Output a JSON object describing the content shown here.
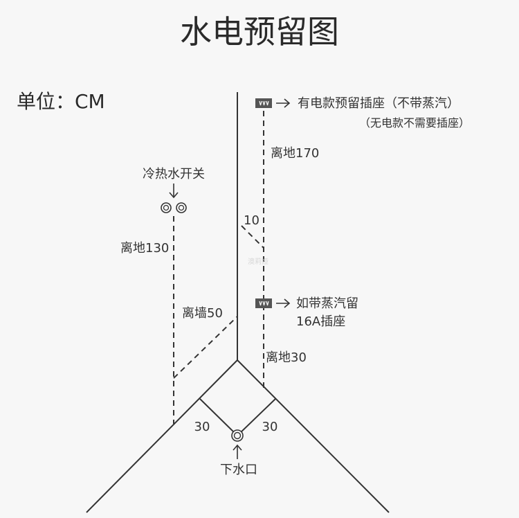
{
  "title": "水电预留图",
  "unit_label": "单位：CM",
  "labels": {
    "socket_top_line1": "有电款预留插座（不带蒸汽）",
    "socket_top_line2": "（无电款不需要插座）",
    "height_170": "离地170",
    "offset_10": "10",
    "switch_label": "冷热水开关",
    "height_130": "离地130",
    "wall_50": "离墙50",
    "socket_mid_line1": "如带蒸汽留",
    "socket_mid_line2": "16A插座",
    "height_30": "离地30",
    "left_30": "30",
    "right_30": "30",
    "drain_label": "下水口",
    "watermark": "澳莉娅"
  },
  "icons": {
    "socket": "socket-icon",
    "valve": "valve-icon",
    "drain": "drain-icon",
    "arrow": "arrow-icon"
  },
  "colors": {
    "background": "#f7f7f7",
    "line": "#333333",
    "socket_fill": "#555555"
  }
}
